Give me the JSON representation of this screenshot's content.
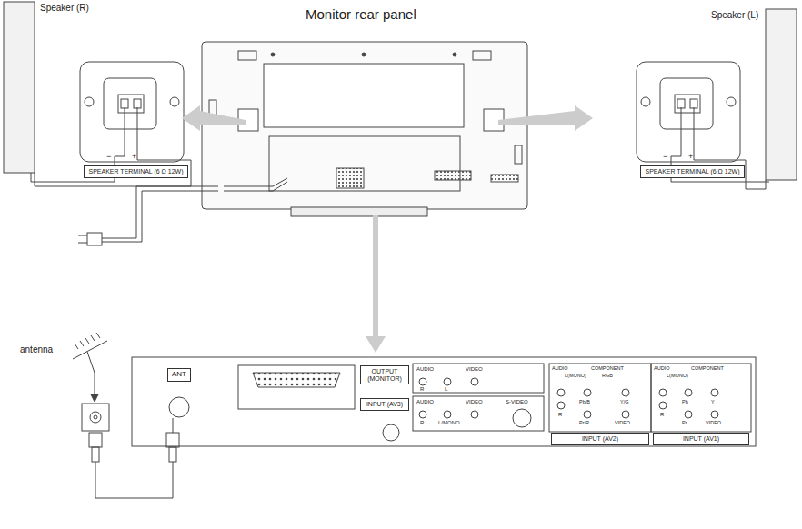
{
  "diagram": {
    "nodes": [
      {
        "text": [
          "SPEAKER TERMINAL (6 Ω 12W)"
        ]
      },
      {
        "text": [
          "SPEAKER TERMINAL (6 Ω 12W)"
        ]
      },
      {
        "text": [
          "ANT"
        ]
      },
      {
        "text": [
          "OUTPUT (MONITOR)"
        ]
      },
      {
        "text": [
          "INPUT (AV3)"
        ]
      },
      {
        "text": [
          "INPUT (AV2)"
        ]
      },
      {
        "text": [
          "INPUT (AV1)"
        ]
      }
    ],
    "labels": [
      "Speaker (R)",
      "Monitor rear panel",
      "Speaker (L)",
      "−",
      "+",
      "−",
      "+",
      "antenna",
      "AUDIO",
      "VIDEO",
      "R",
      "L",
      "AUDIO",
      "VIDEO",
      "S-VIDEO",
      "R",
      "L/MONO",
      "AUDIO",
      "L(MONO)",
      "R",
      "COMPONENT",
      "RGB",
      "Pb/B",
      "Pr/R",
      "Y/G",
      "VIDEO",
      "AUDIO",
      "L(MONO)",
      "R",
      "COMPONENT",
      "Pb",
      "Pr",
      "Y",
      "VIDEO"
    ]
  }
}
